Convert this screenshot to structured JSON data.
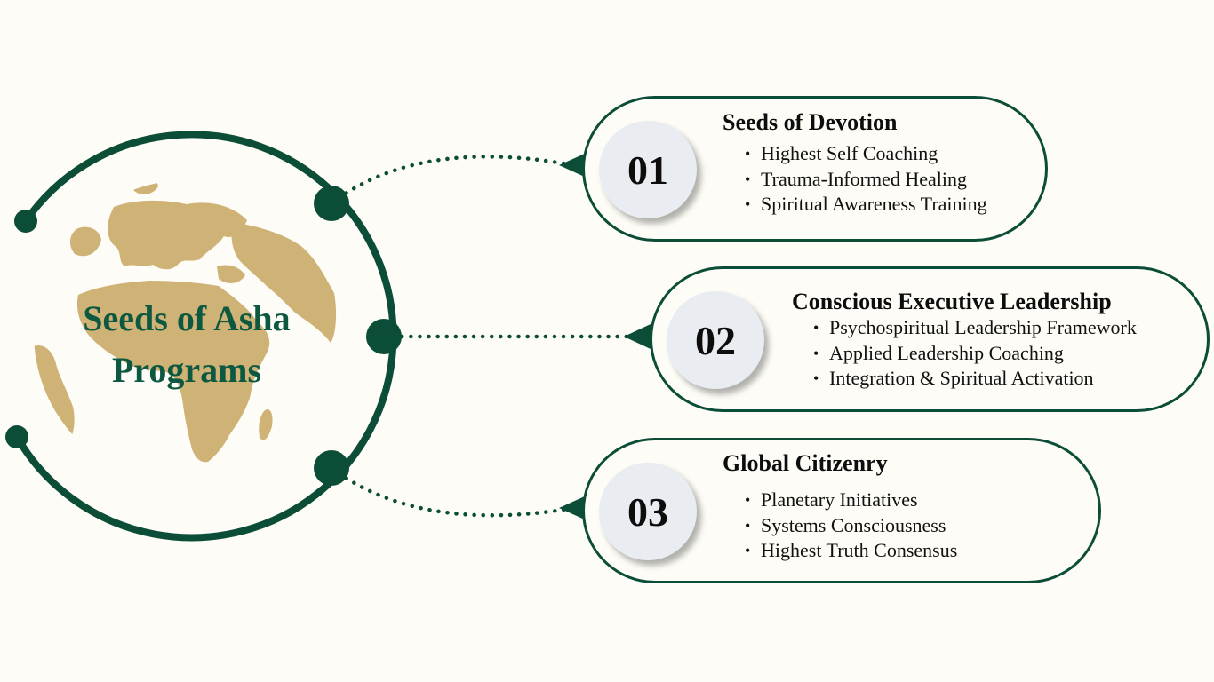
{
  "hub": {
    "title_line1": "Seeds of Asha",
    "title_line2": "Programs",
    "globe_icon": "world-map-africa-europe",
    "colors": {
      "accent": "#0c4d38",
      "globe": "#cfb275",
      "background": "#fdfcf6"
    }
  },
  "programs": [
    {
      "number": "01",
      "title": "Seeds of Devotion",
      "items": [
        "Highest Self Coaching",
        "Trauma-Informed Healing",
        "Spiritual Awareness Training"
      ]
    },
    {
      "number": "02",
      "title": "Conscious Executive Leadership",
      "items": [
        "Psychospiritual Leadership Framework",
        "Applied Leadership Coaching",
        "Integration & Spiritual Activation"
      ]
    },
    {
      "number": "03",
      "title": "Global Citizenry",
      "items": [
        "Planetary Initiatives",
        "Systems Consciousness",
        "Highest Truth Consensus"
      ]
    }
  ]
}
